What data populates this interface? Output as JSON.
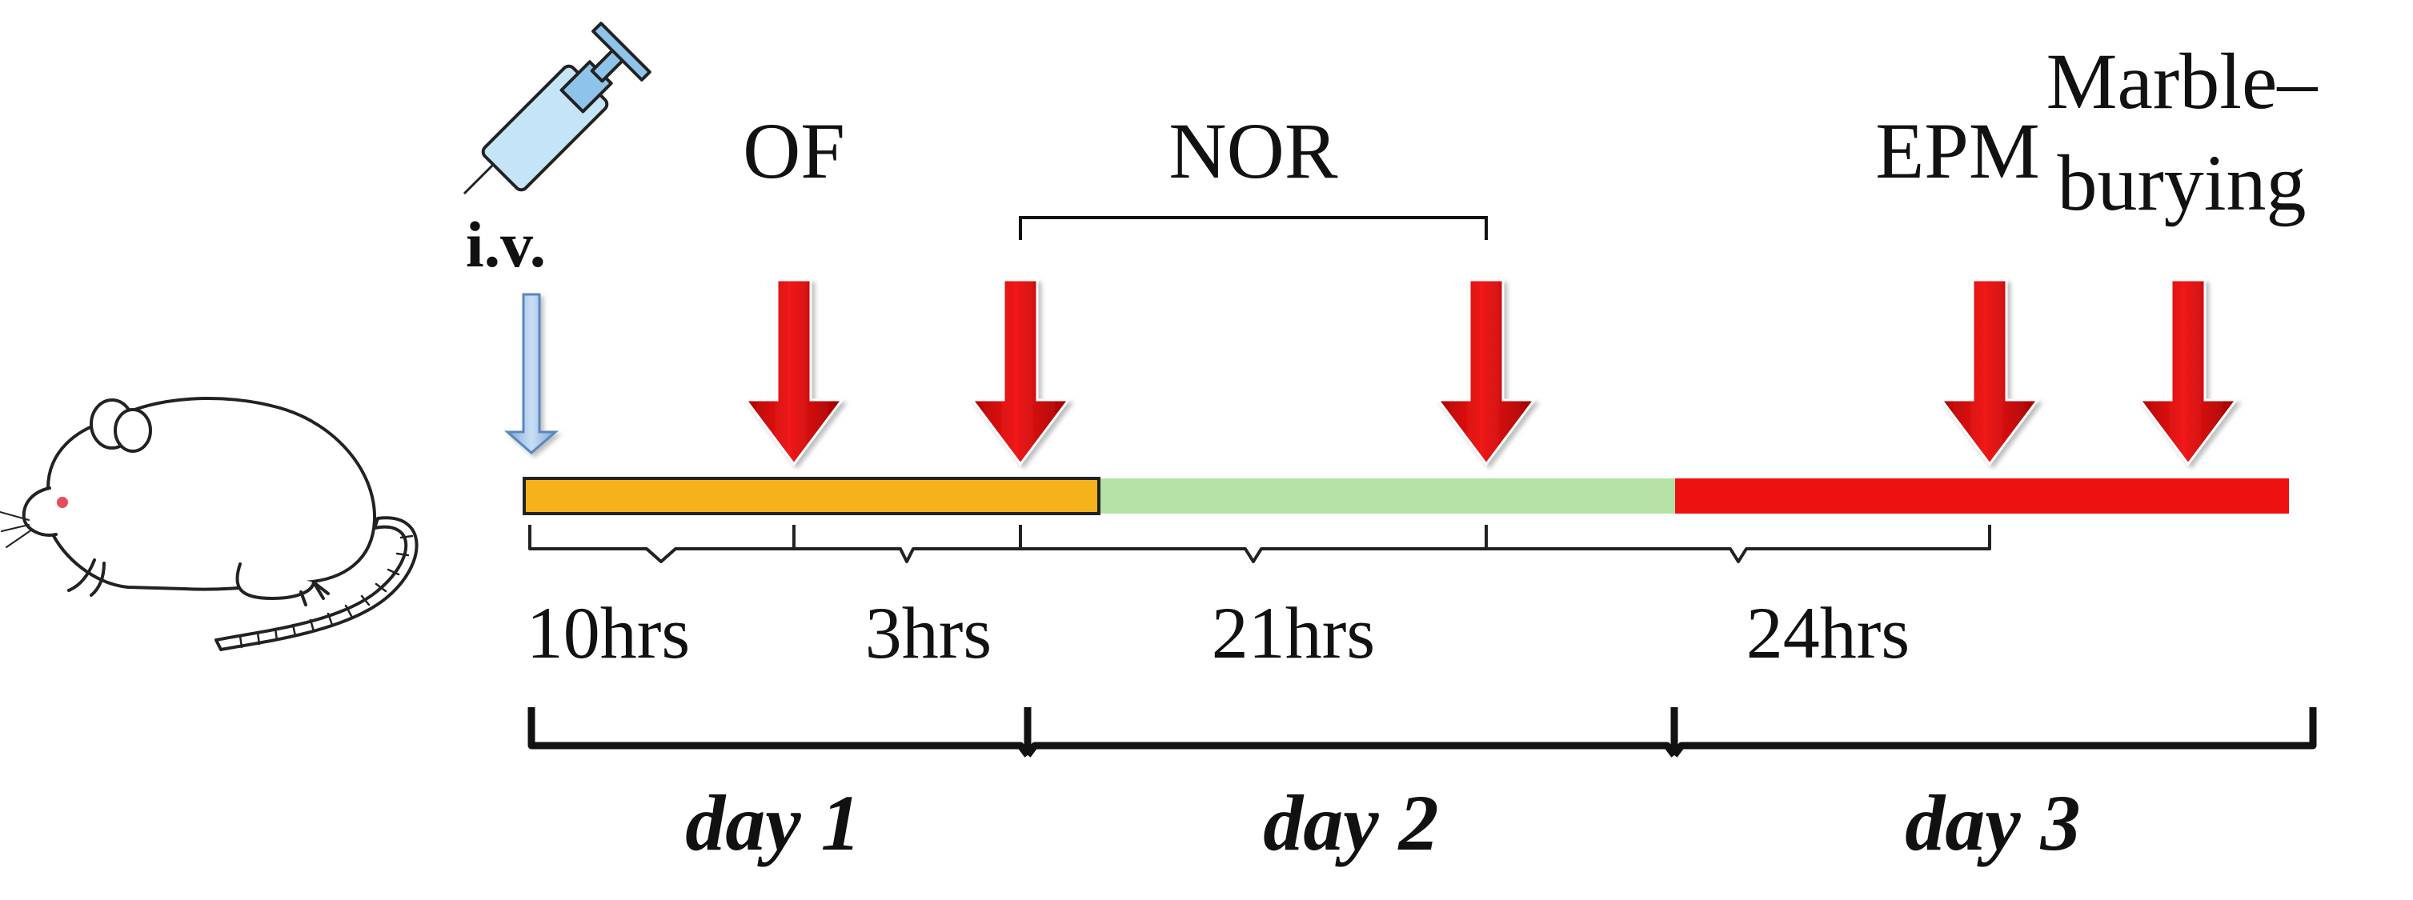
{
  "colors": {
    "day1": "#F5B21A",
    "day2": "#B4E2A4",
    "day3": "#EE1111",
    "test_arrow": "#E40A0A",
    "injection_arrow": "#A9CBEF",
    "ink": "#111111"
  },
  "icons": {
    "animal": "rat-icon",
    "injection": "syringe-icon"
  },
  "injection": {
    "label": "i.v."
  },
  "tests": [
    {
      "id": "of",
      "label": "OF"
    },
    {
      "id": "nor",
      "label": "NOR"
    },
    {
      "id": "epm",
      "label": "EPM"
    },
    {
      "id": "mb",
      "label_line1": "Marble–",
      "label_line2": "burying"
    }
  ],
  "intervals": [
    "10hrs",
    "3hrs",
    "21hrs",
    "24hrs"
  ],
  "days": [
    "day 1",
    "day 2",
    "day 3"
  ]
}
